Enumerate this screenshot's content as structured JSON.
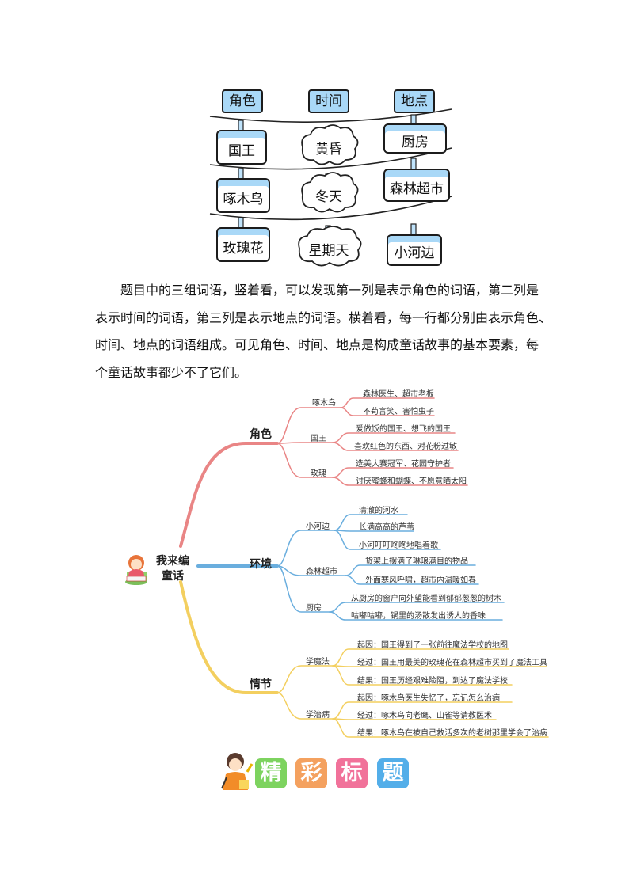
{
  "illustration": {
    "headers": [
      "角色",
      "时间",
      "地点"
    ],
    "rows": [
      [
        "国王",
        "黄昏",
        "厨房"
      ],
      [
        "啄木鸟",
        "冬天",
        "森林超市"
      ],
      [
        "玫瑰花",
        "星期天",
        "小河边"
      ]
    ]
  },
  "paragraph": [
    "题目中的三组词语，竖着看，可以发现第一列是表示角色的词语，第二列是",
    "表示时间的词语，第三列是表示地点的词语。横着看，每一行都分别由表示角色、",
    "时间、地点的词语组成。可见角色、时间、地点是构成童话故事的基本要素，每",
    "个童话故事都少不了它们。"
  ],
  "mindmap": {
    "center": [
      "我来编",
      "童话"
    ],
    "colors": {
      "role": "#e98585",
      "env": "#6aaede",
      "plot": "#f3cf5f"
    },
    "role": {
      "label": "角色",
      "subs": [
        {
          "label": "啄木鸟",
          "items": [
            "森林医生、超市老板",
            "不苟言笑、害怕虫子"
          ]
        },
        {
          "label": "国王",
          "items": [
            "爱做饭的国王、想飞的国王",
            "喜欢红色的东西、对花粉过敏"
          ]
        },
        {
          "label": "玫瑰",
          "items": [
            "选美大赛冠军、花园守护者",
            "讨厌蜜蜂和蝴蝶、不愿意晒太阳"
          ]
        }
      ]
    },
    "env": {
      "label": "环境",
      "subs": [
        {
          "label": "小河边",
          "items": [
            "清澈的河水",
            "长满高高的芦苇",
            "小河叮叮咚咚地唱着歌"
          ]
        },
        {
          "label": "森林超市",
          "items": [
            "货架上摆满了琳琅满目的物品",
            "外面寒风呼啸，超市内温暖如春"
          ]
        },
        {
          "label": "厨房",
          "items": [
            "从厨房的窗户向外望能看到郁郁葱葱的树木",
            "咕嘟咕嘟，锅里的汤散发出诱人的香味"
          ]
        }
      ]
    },
    "plot": {
      "label": "情节",
      "subs": [
        {
          "label": "学魔法",
          "items": [
            "起因：国王得到了一张前往魔法学校的地图",
            "经过：国王用最美的玫瑰花在森林超市买到了魔法工具",
            "结果：国王历经艰难险阻，到达了魔法学校"
          ]
        },
        {
          "label": "学治病",
          "items": [
            "起因：啄木鸟医生失忆了，忘记怎么治病",
            "经过：啄木鸟向老鹰、山雀等请教医术",
            "结果：啄木鸟在被自己救活多次的老树那里学会了治病"
          ]
        }
      ]
    }
  },
  "bottom_title": {
    "chars": [
      "精",
      "彩",
      "标",
      "题"
    ],
    "colors": [
      "#7dd35f",
      "#f4a15f",
      "#f1729a",
      "#53aee9"
    ]
  }
}
